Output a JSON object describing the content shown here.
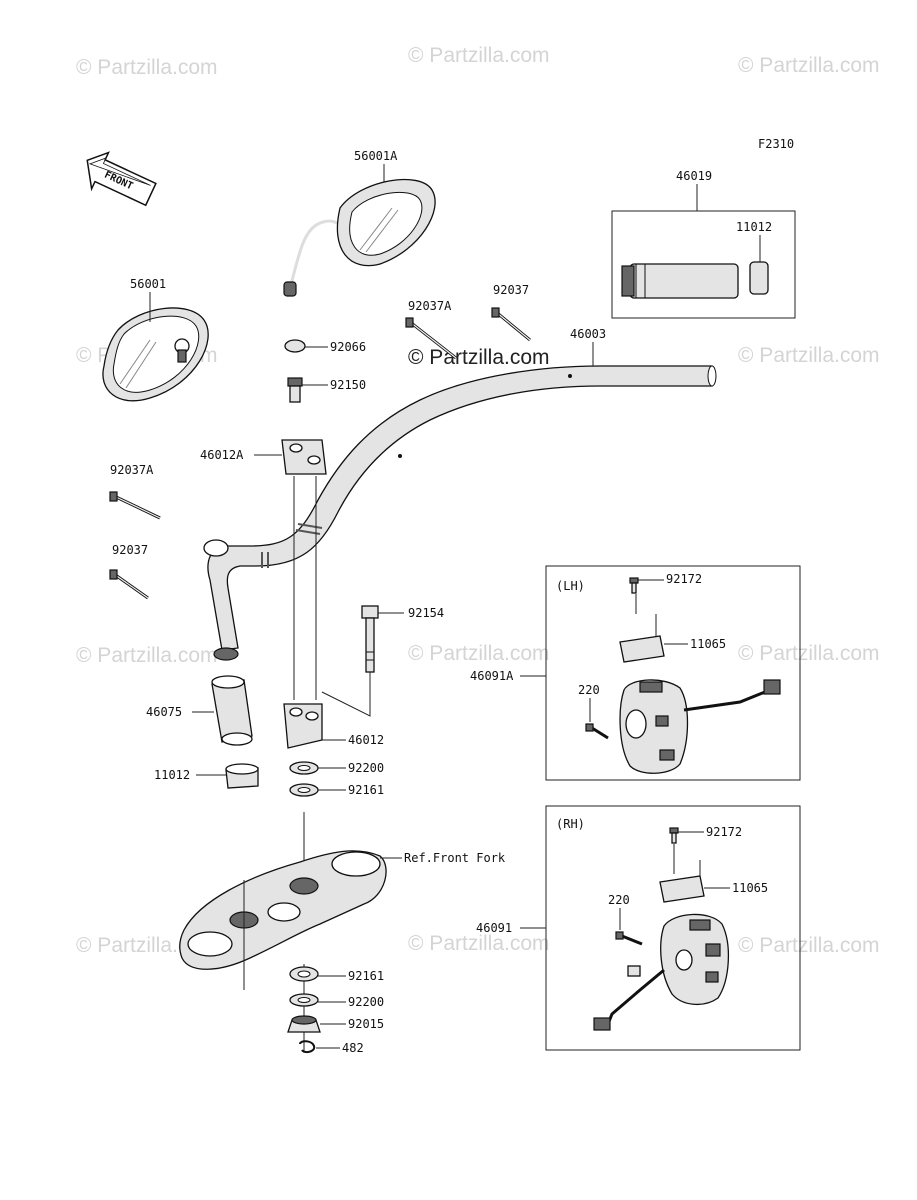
{
  "figure_code": "F2310",
  "front_label": "FRONT",
  "watermark": "© Partzilla.com",
  "lh_label": "(LH)",
  "rh_label": "(RH)",
  "ref_label": "Ref.Front Fork",
  "parts": {
    "p56001A": "56001A",
    "p56001": "56001",
    "p46019": "46019",
    "p11012_top": "11012",
    "p92037A_top": "92037A",
    "p92037_top": "92037",
    "p46003": "46003",
    "p92066": "92066",
    "p92150": "92150",
    "p46012A": "46012A",
    "p92037A_left": "92037A",
    "p92037_left": "92037",
    "p92154": "92154",
    "p46075": "46075",
    "p46012": "46012",
    "p11012_bottom": "11012",
    "p92200_top": "92200",
    "p92161_top": "92161",
    "p92172_lh": "92172",
    "p11065_lh": "11065",
    "p46091A": "46091A",
    "p220_lh": "220",
    "p92172_rh": "92172",
    "p11065_rh": "11065",
    "p46091": "46091",
    "p220_rh": "220",
    "p92161_bottom": "92161",
    "p92200_bottom": "92200",
    "p92015": "92015",
    "p482": "482"
  }
}
